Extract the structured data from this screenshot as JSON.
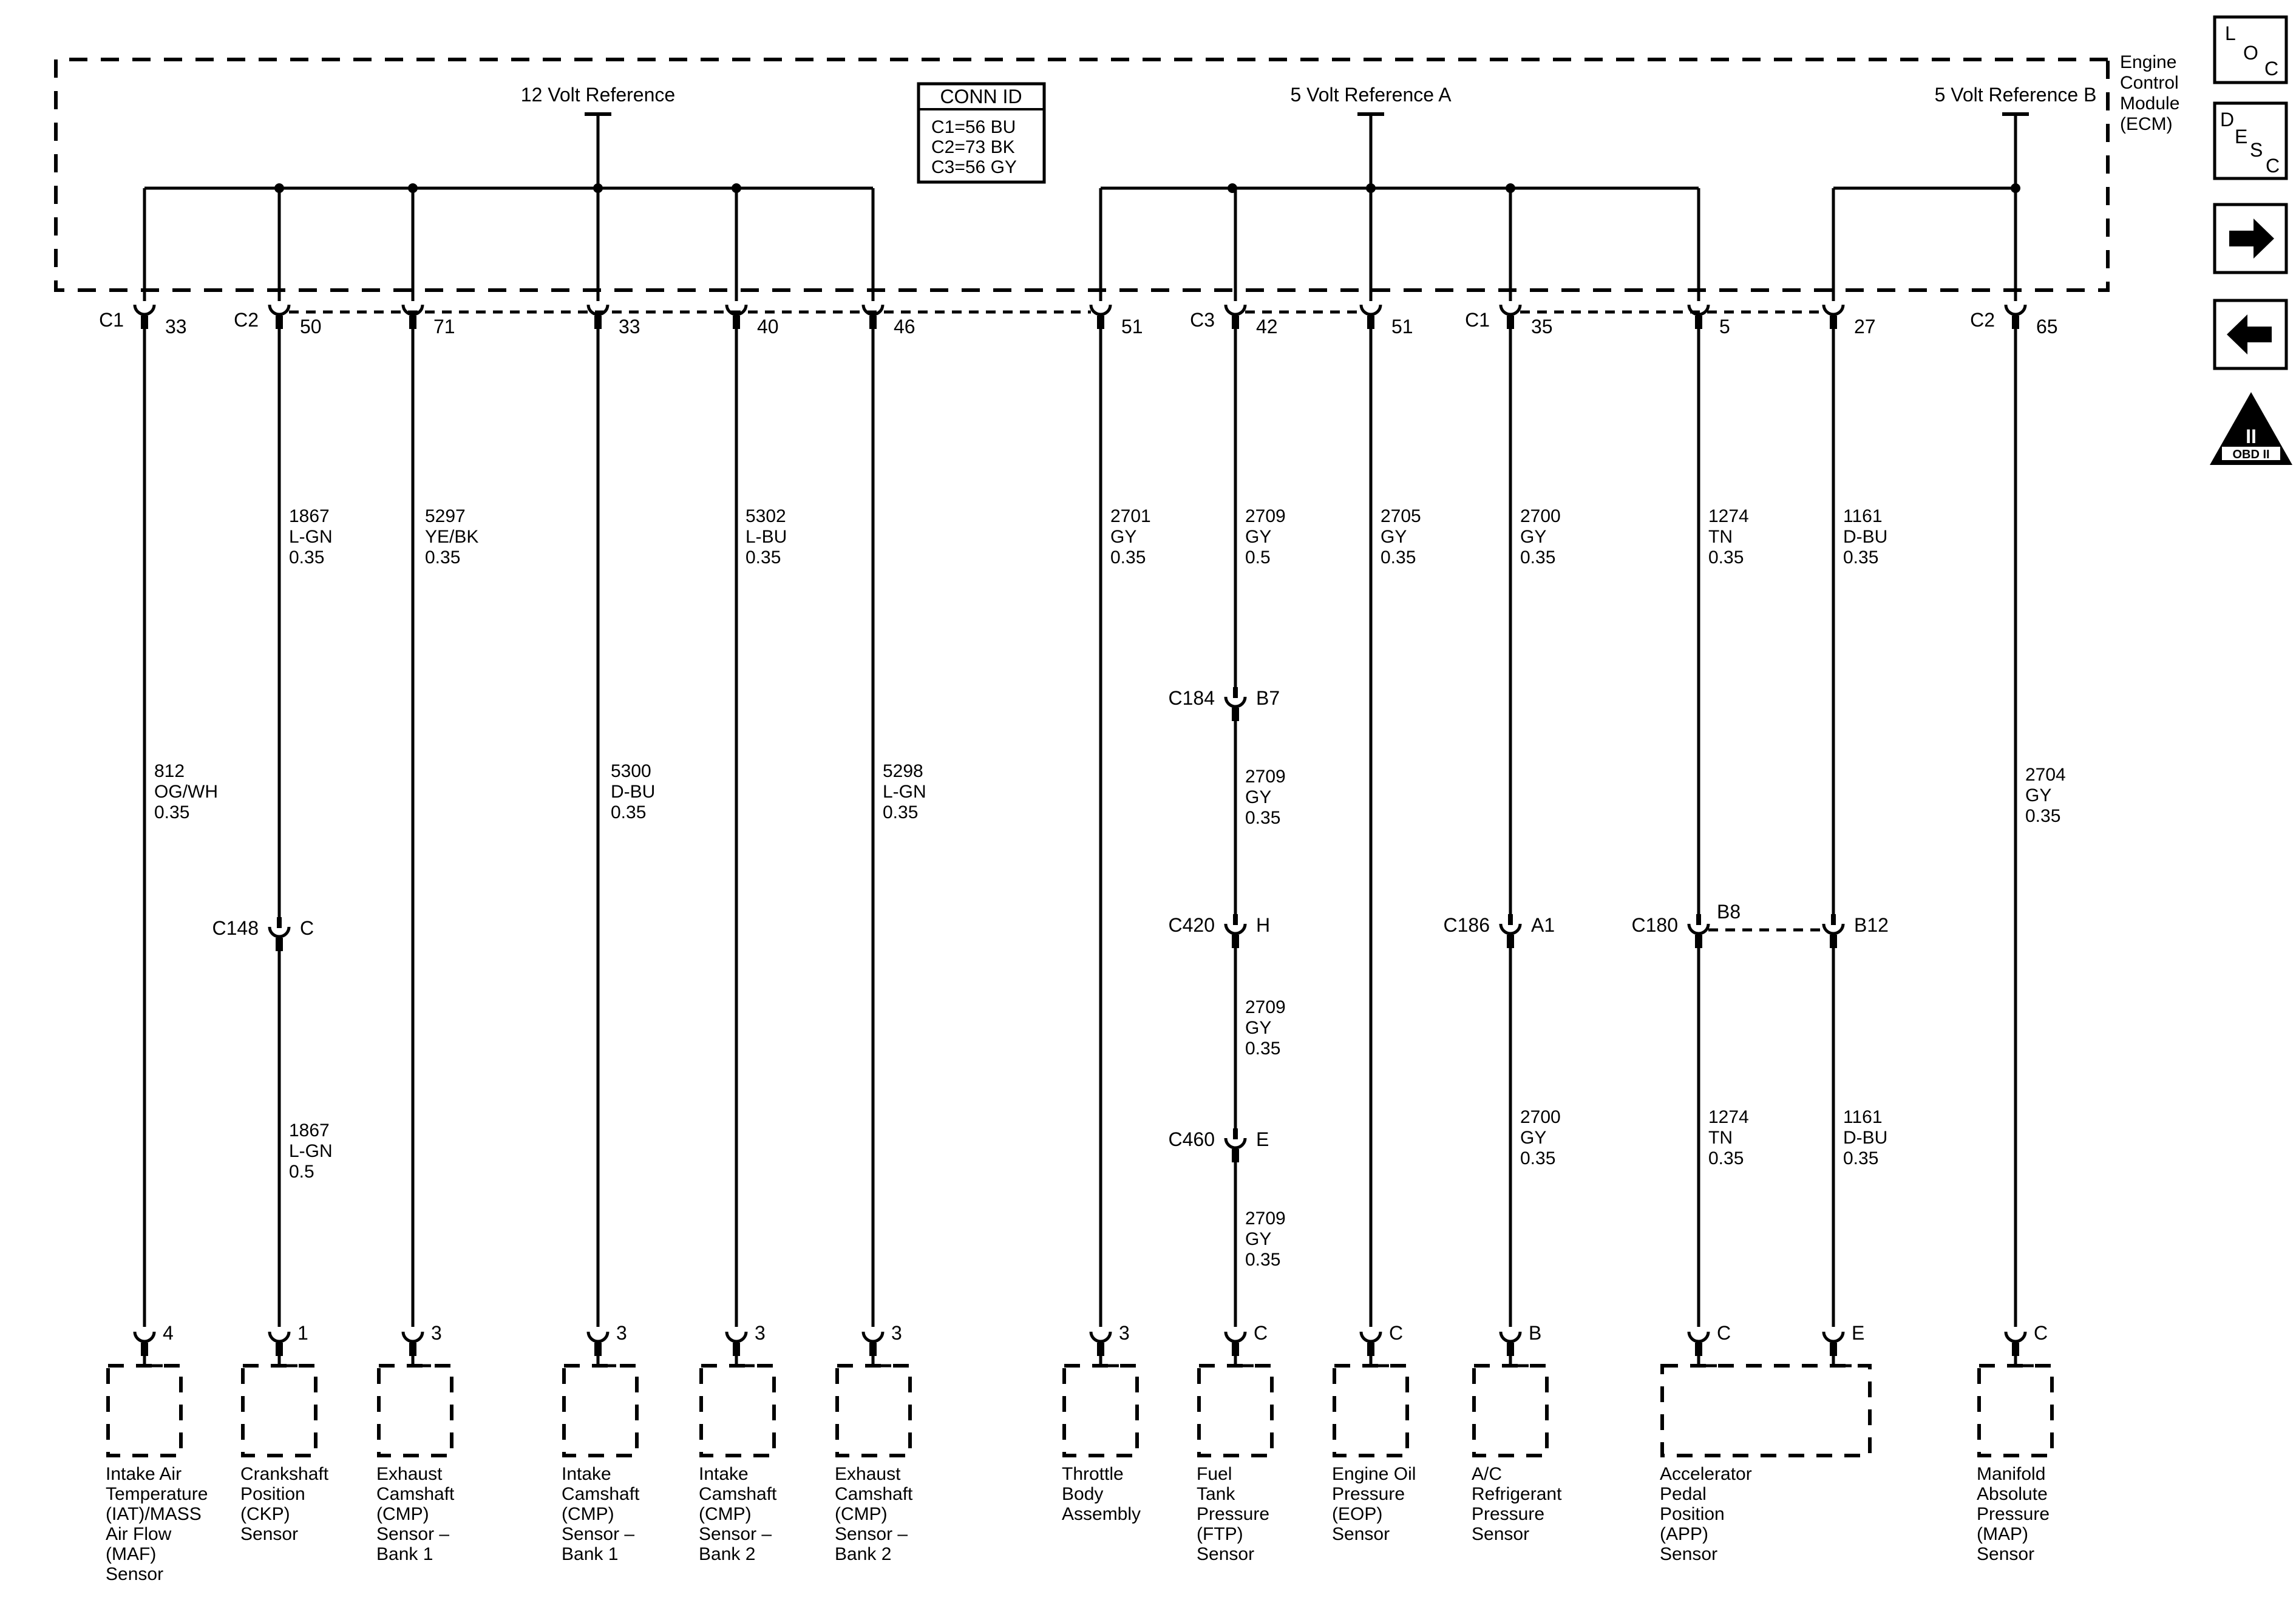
{
  "module": {
    "label_lines": [
      "Engine",
      "Control",
      "Module",
      "(ECM)"
    ],
    "refs": {
      "v12": "12 Volt Reference",
      "v5a": "5 Volt Reference A",
      "v5b": "5 Volt Reference B"
    },
    "conn_id": {
      "title": "CONN ID",
      "lines": [
        "C1=56 BU",
        "C2=73 BK",
        "C3=56 GY"
      ]
    }
  },
  "nav_icons": {
    "loc": [
      "L",
      "O",
      "C"
    ],
    "desc": [
      "D",
      "E",
      "S",
      "C"
    ],
    "obd": {
      "numeral": "II",
      "label": "OBD II"
    }
  },
  "ecm_pins": [
    {
      "conn": "C1",
      "pin": "33"
    },
    {
      "conn": "C2",
      "pin": "50"
    },
    {
      "conn": "",
      "pin": "71"
    },
    {
      "conn": "",
      "pin": "33"
    },
    {
      "conn": "",
      "pin": "40"
    },
    {
      "conn": "",
      "pin": "46"
    },
    {
      "conn": "",
      "pin": "51"
    },
    {
      "conn": "C3",
      "pin": "42"
    },
    {
      "conn": "",
      "pin": "51"
    },
    {
      "conn": "C1",
      "pin": "35"
    },
    {
      "conn": "",
      "pin": "5"
    },
    {
      "conn": "",
      "pin": "27"
    },
    {
      "conn": "C2",
      "pin": "65"
    }
  ],
  "wire_labels": [
    [
      "812",
      "OG/WH",
      "0.35"
    ],
    [
      "1867",
      "L-GN",
      "0.35"
    ],
    [
      "1867",
      "L-GN",
      "0.5"
    ],
    [
      "5297",
      "YE/BK",
      "0.35"
    ],
    [
      "5300",
      "D-BU",
      "0.35"
    ],
    [
      "5302",
      "L-BU",
      "0.35"
    ],
    [
      "5298",
      "L-GN",
      "0.35"
    ],
    [
      "2701",
      "GY",
      "0.35"
    ],
    [
      "2709",
      "GY",
      "0.5"
    ],
    [
      "2709",
      "GY",
      "0.35"
    ],
    [
      "2709",
      "GY",
      "0.35"
    ],
    [
      "2709",
      "GY",
      "0.35"
    ],
    [
      "2705",
      "GY",
      "0.35"
    ],
    [
      "2700",
      "GY",
      "0.35"
    ],
    [
      "2700",
      "GY",
      "0.35"
    ],
    [
      "1274",
      "TN",
      "0.35"
    ],
    [
      "1274",
      "TN",
      "0.35"
    ],
    [
      "1161",
      "D-BU",
      "0.35"
    ],
    [
      "1161",
      "D-BU",
      "0.35"
    ],
    [
      "2704",
      "GY",
      "0.35"
    ]
  ],
  "inline_connectors": [
    {
      "name": "C148",
      "pin": "C"
    },
    {
      "name": "C184",
      "pin": "B7"
    },
    {
      "name": "C420",
      "pin": "H"
    },
    {
      "name": "C460",
      "pin": "E"
    },
    {
      "name": "C186",
      "pin": "A1"
    },
    {
      "name": "C180",
      "pin": "B8"
    },
    {
      "name": "",
      "pin": "B12"
    }
  ],
  "sensor_pins": [
    "4",
    "1",
    "3",
    "3",
    "3",
    "3",
    "3",
    "C",
    "C",
    "B",
    "C",
    "E",
    "C"
  ],
  "sensors": [
    [
      "Intake Air",
      "Temperature",
      "(IAT)/MASS",
      "Air Flow",
      "(MAF)",
      "Sensor"
    ],
    [
      "Crankshaft",
      "Position",
      "(CKP)",
      "Sensor"
    ],
    [
      "Exhaust",
      "Camshaft",
      "(CMP)",
      "Sensor –",
      "Bank 1"
    ],
    [
      "Intake",
      "Camshaft",
      "(CMP)",
      "Sensor –",
      "Bank 1"
    ],
    [
      "Intake",
      "Camshaft",
      "(CMP)",
      "Sensor –",
      "Bank 2"
    ],
    [
      "Exhaust",
      "Camshaft",
      "(CMP)",
      "Sensor –",
      "Bank 2"
    ],
    [
      "Throttle",
      "Body",
      "Assembly"
    ],
    [
      "Fuel",
      "Tank",
      "Pressure",
      "(FTP)",
      "Sensor"
    ],
    [
      "Engine Oil",
      "Pressure",
      "(EOP)",
      "Sensor"
    ],
    [
      "A/C",
      "Refrigerant",
      "Pressure",
      "Sensor"
    ],
    [
      "Accelerator",
      "Pedal",
      "Position",
      "(APP)",
      "Sensor"
    ],
    [
      "Manifold",
      "Absolute",
      "Pressure",
      "(MAP)",
      "Sensor"
    ]
  ]
}
